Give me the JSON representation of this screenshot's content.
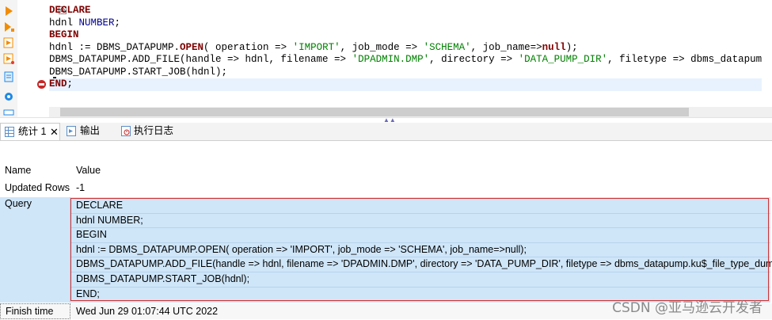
{
  "editor": {
    "lines": [
      [
        {
          "t": "DECLARE",
          "c": "kw"
        }
      ],
      [
        {
          "t": "hdnl ",
          "c": ""
        },
        {
          "t": "NUMBER",
          "c": "kwb"
        },
        {
          "t": ";",
          "c": ""
        }
      ],
      [
        {
          "t": "BEGIN",
          "c": "kw"
        }
      ],
      [
        {
          "t": "hdnl := DBMS_DATAPUMP.",
          "c": ""
        },
        {
          "t": "OPEN",
          "c": "kw"
        },
        {
          "t": "( operation => ",
          "c": ""
        },
        {
          "t": "'IMPORT'",
          "c": "str"
        },
        {
          "t": ", job_mode => ",
          "c": ""
        },
        {
          "t": "'SCHEMA'",
          "c": "str"
        },
        {
          "t": ", job_name=>",
          "c": ""
        },
        {
          "t": "null",
          "c": "kw"
        },
        {
          "t": ");",
          "c": ""
        }
      ],
      [
        {
          "t": "DBMS_DATAPUMP.ADD_FILE(handle => hdnl, filename => ",
          "c": ""
        },
        {
          "t": "'DPADMIN.DMP'",
          "c": "str"
        },
        {
          "t": ", directory => ",
          "c": ""
        },
        {
          "t": "'DATA_PUMP_DIR'",
          "c": "str"
        },
        {
          "t": ", filetype => dbms_datapump.k",
          "c": ""
        }
      ],
      [
        {
          "t": "DBMS_DATAPUMP.START_JOB(hdnl);",
          "c": ""
        }
      ],
      [
        {
          "t": "END",
          "c": "kw"
        },
        {
          "t": ";",
          "c": ""
        }
      ]
    ],
    "fold_symbol": "⊖"
  },
  "tabs": [
    {
      "label": "统计 1",
      "close": "✕",
      "active": true,
      "icon": "grid-icon"
    },
    {
      "label": "输出",
      "active": false,
      "icon": "output-icon"
    },
    {
      "label": "执行日志",
      "active": false,
      "icon": "log-icon"
    }
  ],
  "splitter_glyph": "▲▲",
  "result": {
    "header": {
      "name": "Name",
      "value": "Value"
    },
    "updated_rows": {
      "name": "Updated Rows",
      "value": "-1"
    },
    "query": {
      "name": "Query",
      "lines": [
        "DECLARE",
        "hdnl NUMBER;",
        "BEGIN",
        "hdnl := DBMS_DATAPUMP.OPEN( operation => 'IMPORT', job_mode => 'SCHEMA', job_name=>null);",
        "DBMS_DATAPUMP.ADD_FILE(handle => hdnl, filename => 'DPADMIN.DMP', directory => 'DATA_PUMP_DIR', filetype => dbms_datapump.ku$_file_type_dump_file);",
        "DBMS_DATAPUMP.START_JOB(hdnl);",
        "END;"
      ]
    },
    "finish_time": {
      "name": "Finish time",
      "value": "Wed Jun 29 01:07:44 UTC 2022"
    }
  },
  "watermark": "CSDN @亚马逊云开发者",
  "colors": {
    "query_bg": "#cfe6f9",
    "highlight_border": "#d32f2f",
    "keyword": "#7f0000",
    "string": "#007f00"
  }
}
